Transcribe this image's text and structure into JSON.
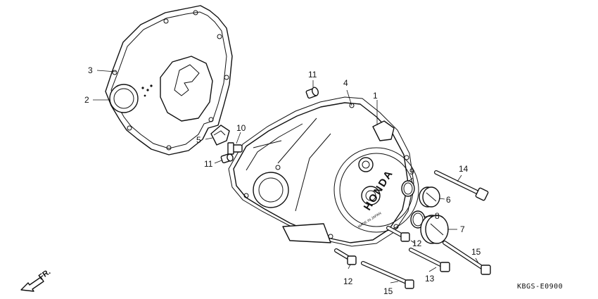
{
  "diagram": {
    "callouts": [
      "1",
      "2",
      "3",
      "4",
      "5",
      "6",
      "7",
      "8",
      "9",
      "10",
      "11",
      "11",
      "12",
      "12",
      "13",
      "14",
      "15",
      "15"
    ],
    "brand_text": "HONDA",
    "cover_small_text": "MADE IN JAPAN",
    "diagram_code": "KBGS-E0900",
    "direction_label": "FR."
  }
}
